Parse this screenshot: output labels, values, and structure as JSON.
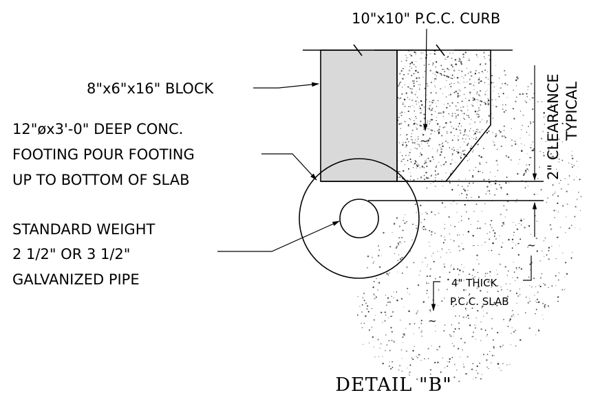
{
  "title": "DETAIL \"B\"",
  "labels": {
    "curb": "10\"x10\" P.C.C. CURB",
    "block": "8\"x6\"x16\" BLOCK",
    "footing_line1": "12\"øx3'-0\" DEEP CONC.",
    "footing_line2": "FOOTING POUR FOOTING",
    "footing_line3": "UP TO BOTTOM OF SLAB",
    "pipe_line1": "STANDARD WEIGHT",
    "pipe_line2": "2 1/2\" OR 3 1/2\"",
    "pipe_line3": "GALVANIZED PIPE",
    "slab_line1": "4\" THICK",
    "slab_line2": "P.C.C. SLAB",
    "clearance_dim": "2\"",
    "clearance_line1": "CLEARANCE",
    "clearance_line2": "TYPICAL"
  },
  "colors": {
    "line": "#000000",
    "block_fill": "#d9d9d9",
    "background": "#ffffff"
  }
}
